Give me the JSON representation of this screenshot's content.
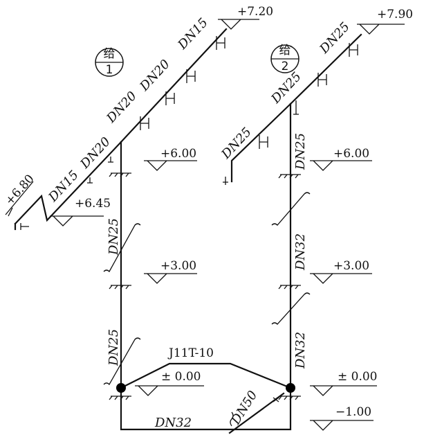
{
  "systems": [
    {
      "char": "给",
      "num": "1"
    },
    {
      "char": "给",
      "num": "2"
    }
  ],
  "valve_label": "J11T-10",
  "elevations": {
    "e1_top": "+7.20",
    "e2_top": "+7.90",
    "e1_6": "+6.00",
    "e2_6": "+6.00",
    "e1_3": "+3.00",
    "e2_3": "+3.00",
    "e1_0": "± 0.00",
    "e2_0": "± 0.00",
    "e_neg": "−1.00",
    "e_680": "+6.80",
    "e_645": "+6.45"
  },
  "pipe_labels": {
    "s1_dn15_top": "DN15",
    "s1_dn20_a": "DN20",
    "s1_dn20_b": "DN20",
    "s1_dn20_c": "DN20",
    "s1_dn15_low": "DN15",
    "s1_riser_upper": "DN25",
    "s1_riser_lower": "DN25",
    "s2_dn25_top": "DN25",
    "s2_dn25_mid": "DN25",
    "s2_dn25_branch": "DN25",
    "s2_riser_top": "DN25",
    "s2_riser_mid": "DN32",
    "s2_riser_low": "DN32",
    "bottom_main": "DN32",
    "diag_main": "DN50"
  }
}
